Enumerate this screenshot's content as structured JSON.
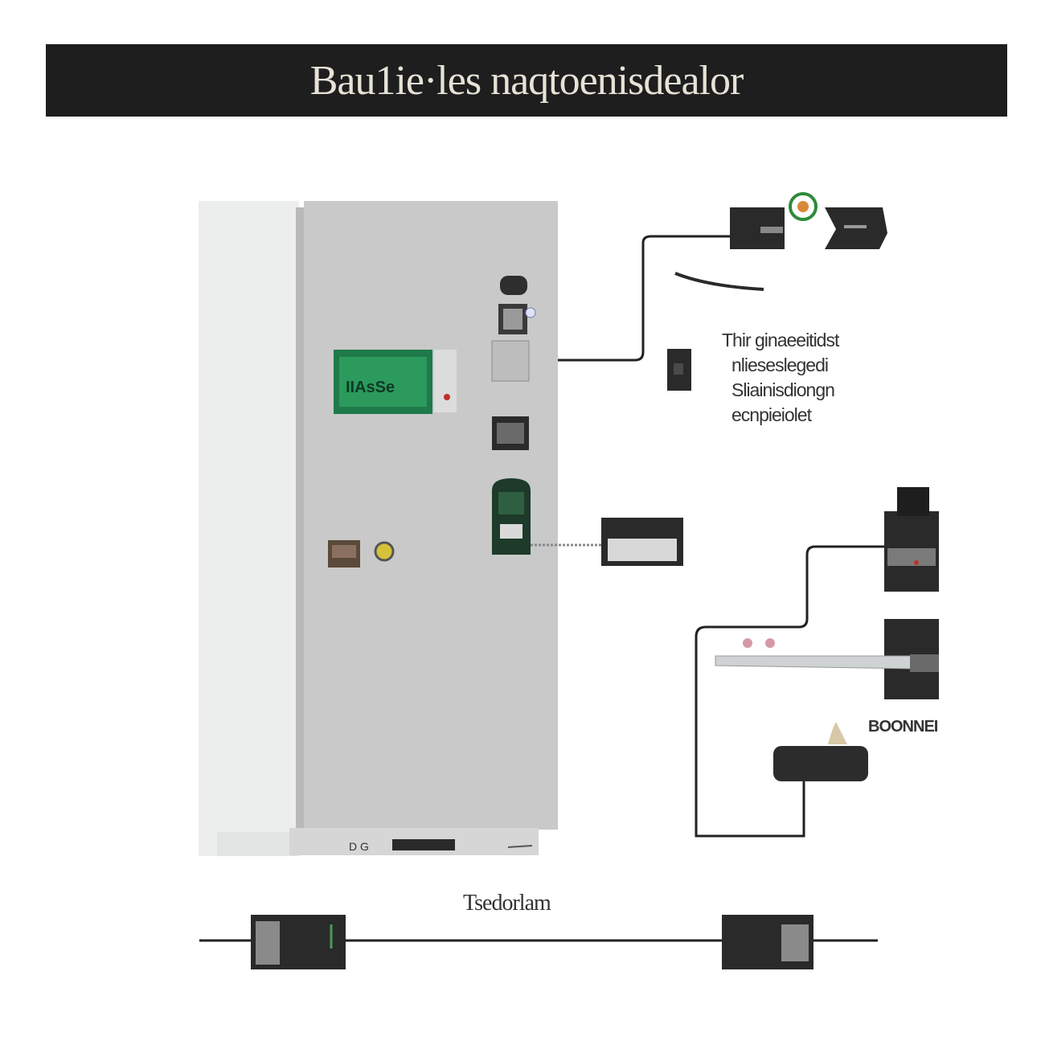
{
  "title": "Bau1ie·les naqtoenisdealor",
  "cabinet": {
    "screen_text": "IIAsSe",
    "footer_text": "D G"
  },
  "annotations": {
    "note_lines": [
      "Thir ginaeeitidst",
      "nlieseslegedi",
      "Sliainisdiongn",
      "ecnpieiolet"
    ],
    "device_label": "BOONNEI",
    "bottom_label": "Tsedorlam"
  },
  "colors": {
    "cabinet_body": "#c9c9c9",
    "cabinet_side": "#e9ecec",
    "screen": "#1f7a4a",
    "device_dark": "#2a2a2a",
    "wire": "#222222",
    "banner": "#1e1e1e"
  }
}
